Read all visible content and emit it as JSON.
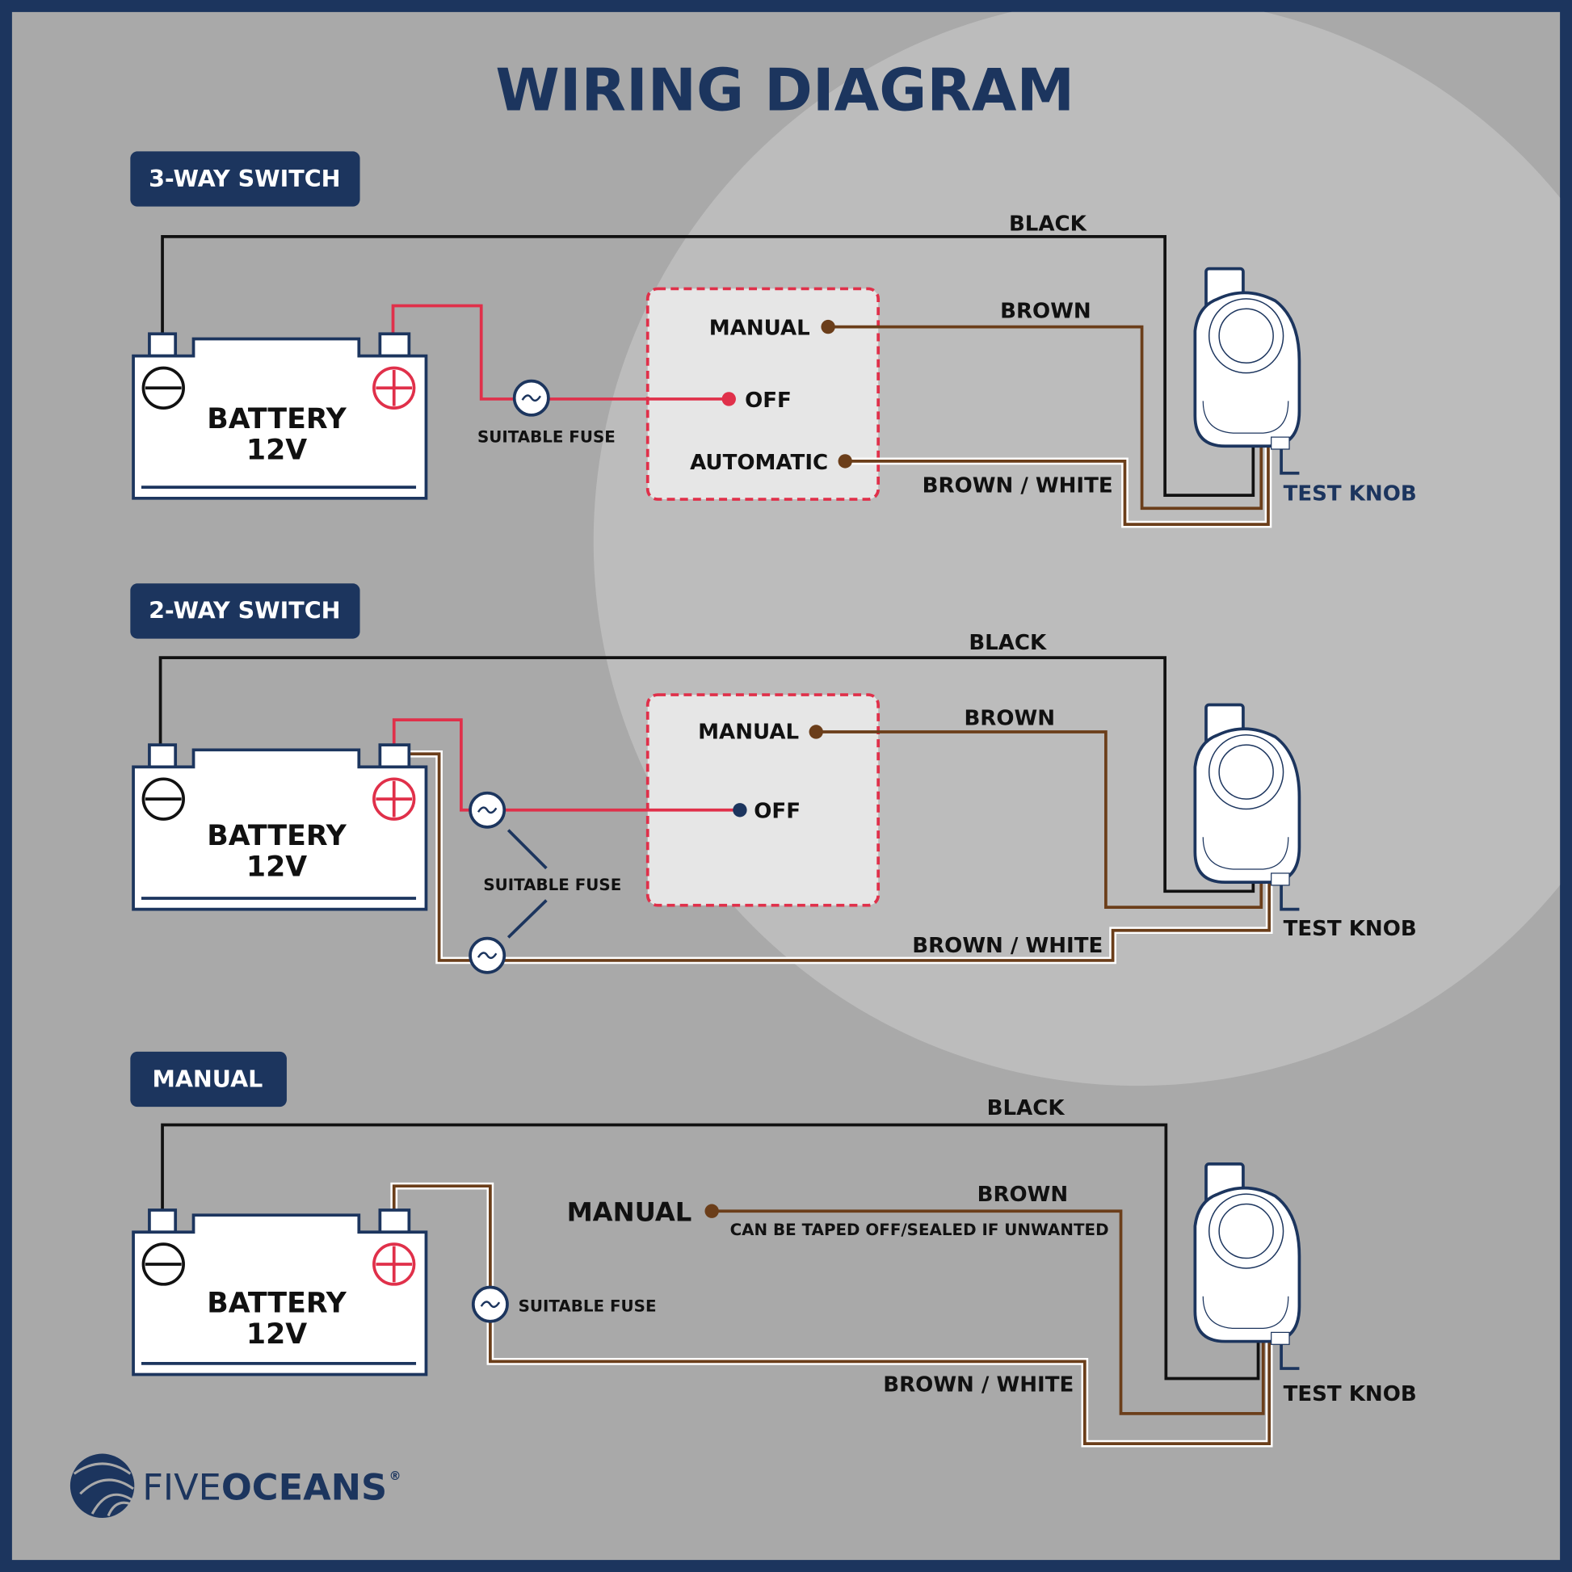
{
  "title": "WIRING DIAGRAM",
  "colors": {
    "navy": "#1c355e",
    "red": "#e0304a",
    "brown": "#6b3e1a",
    "black": "#111111",
    "background": "#a9a9a9"
  },
  "sections": [
    {
      "badge": "3-WAY SWITCH",
      "battery": {
        "label": "BATTERY",
        "voltage": "12V"
      },
      "fuse": "SUITABLE FUSE",
      "switch": {
        "manual": "MANUAL",
        "off": "OFF",
        "automatic": "AUTOMATIC"
      },
      "wires": {
        "black": "BLACK",
        "brown": "BROWN",
        "brown_white": "BROWN / WHITE"
      },
      "test_knob": "TEST KNOB"
    },
    {
      "badge": "2-WAY SWITCH",
      "battery": {
        "label": "BATTERY",
        "voltage": "12V"
      },
      "fuse": "SUITABLE FUSE",
      "switch": {
        "manual": "MANUAL",
        "off": "OFF"
      },
      "wires": {
        "black": "BLACK",
        "brown": "BROWN",
        "brown_white": "BROWN / WHITE"
      },
      "test_knob": "TEST KNOB"
    },
    {
      "badge": "MANUAL",
      "battery": {
        "label": "BATTERY",
        "voltage": "12V"
      },
      "fuse": "SUITABLE FUSE",
      "manual": "MANUAL",
      "note": "CAN BE TAPED OFF/SEALED IF UNWANTED",
      "wires": {
        "black": "BLACK",
        "brown": "BROWN",
        "brown_white": "BROWN / WHITE"
      },
      "test_knob": "TEST KNOB"
    }
  ],
  "logo": {
    "light": "FIVE",
    "bold": "OCEANS",
    "mark": "®"
  }
}
